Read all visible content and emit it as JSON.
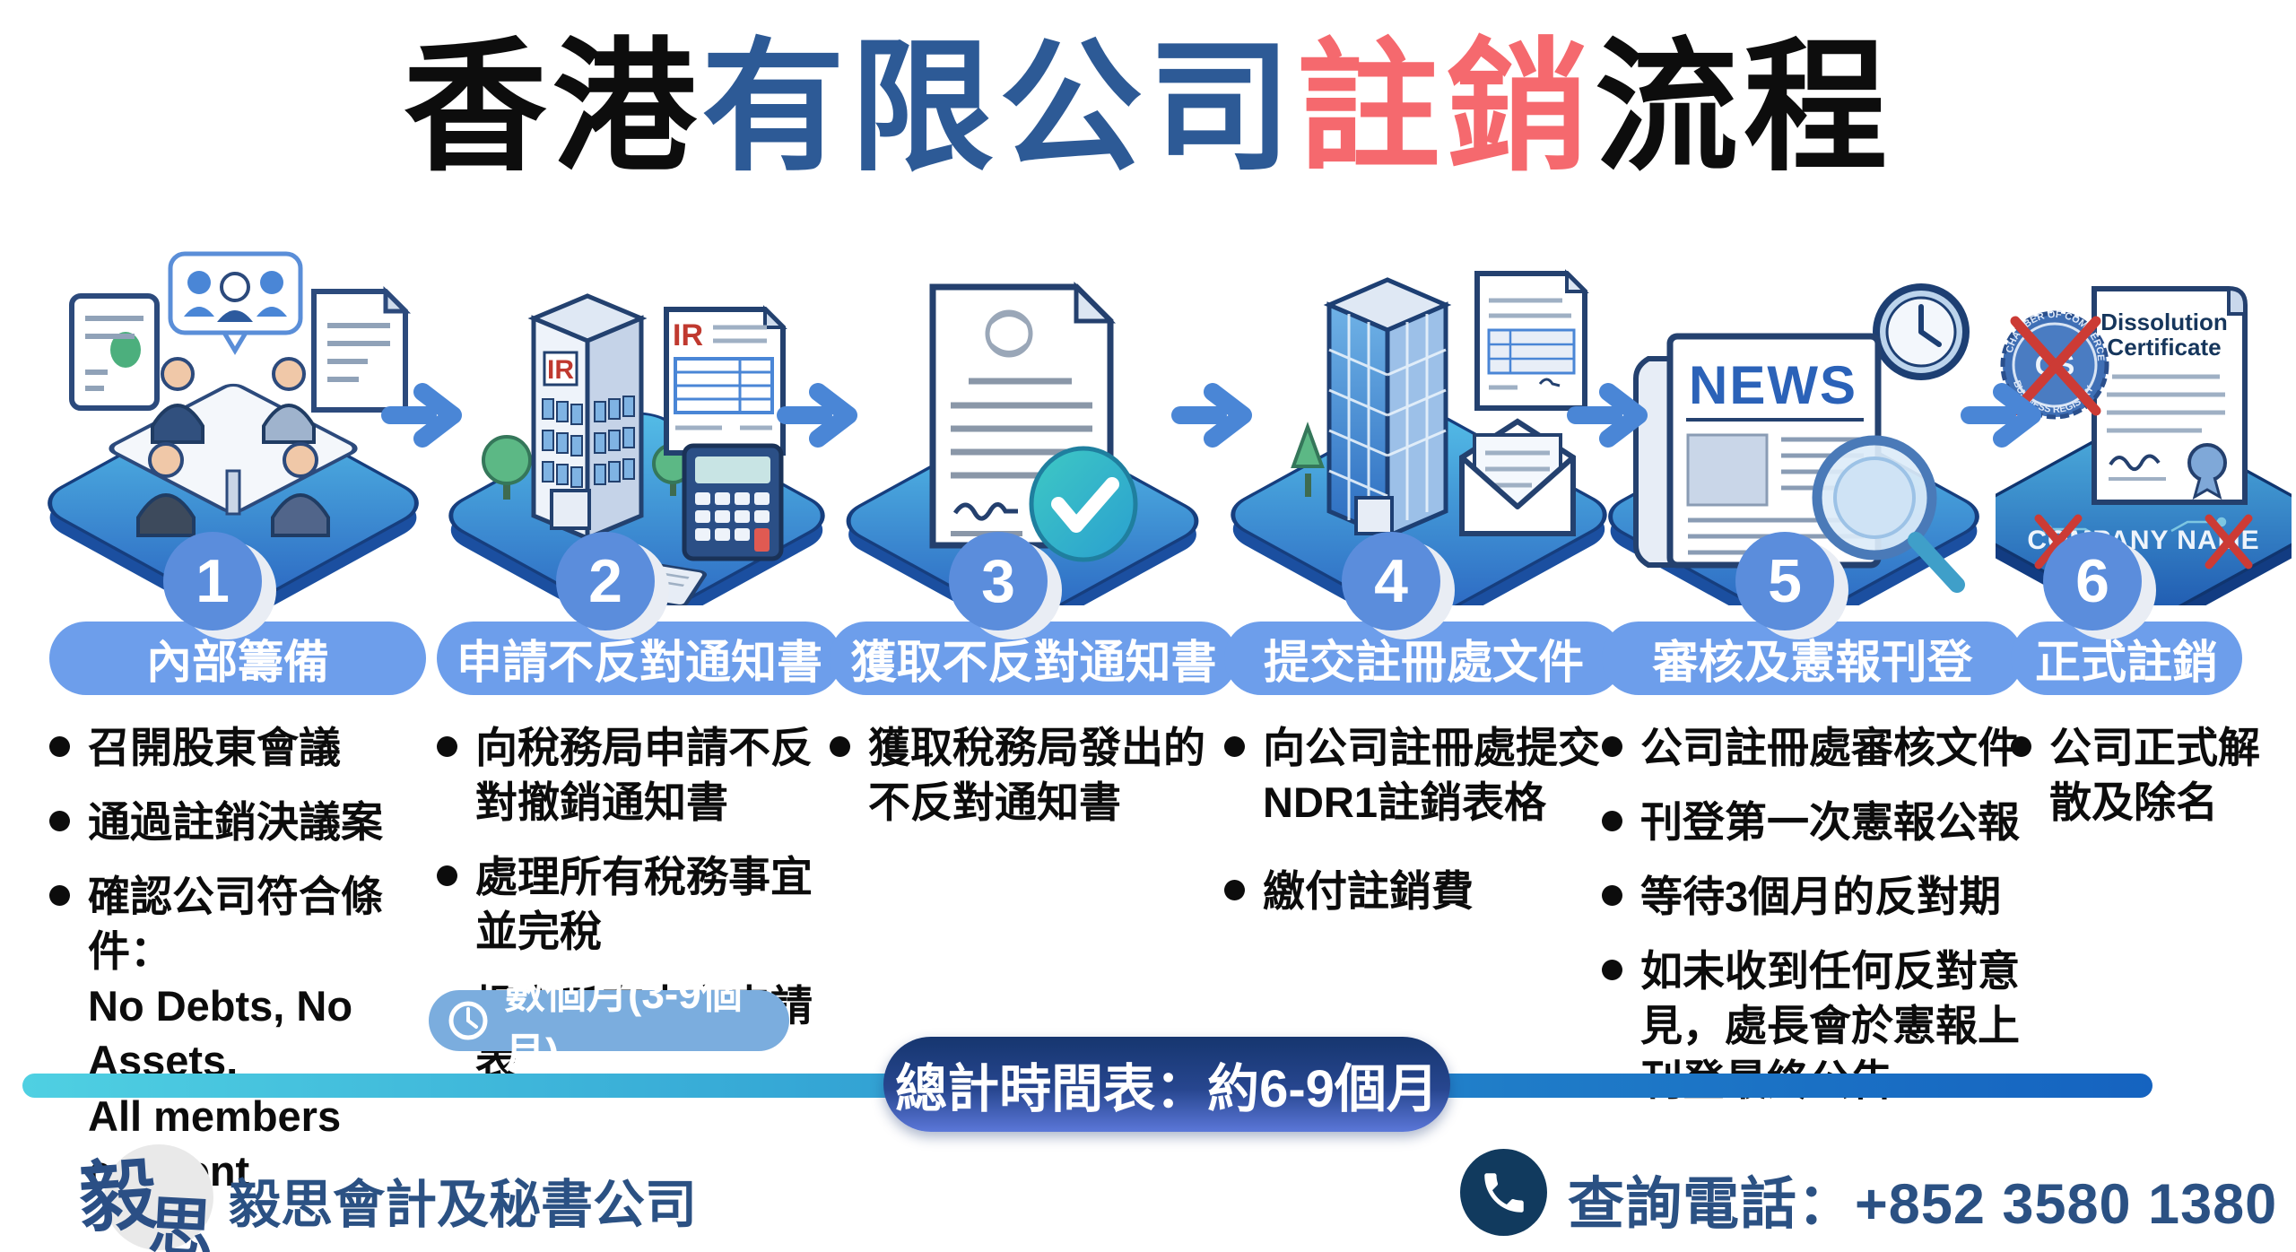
{
  "title": {
    "part1": "香港",
    "part2": "有限公司",
    "part3": "註銷",
    "part4": "流程"
  },
  "steps": [
    {
      "number": "1",
      "header": "內部籌備",
      "bullets": [
        "召開股東會議",
        "通過註銷決議案",
        "確認公司符合條件：\nNo Debts, No Assets,\nAll members consent"
      ]
    },
    {
      "number": "2",
      "header": "申請不反對通知書",
      "bullets": [
        "向稅務局申請不反對撤銷通知書",
        "處理所有稅務事宜並完稅",
        "提交所有未交申請表"
      ],
      "badge": "數個月(3-9個月)"
    },
    {
      "number": "3",
      "header": "獲取不反對通知書",
      "bullets": [
        "獲取稅務局發出的不反對通知書"
      ]
    },
    {
      "number": "4",
      "header": "提交註冊處文件",
      "bullets": [
        "向公司註冊處提交NDR1註銷表格",
        "繳付註銷費"
      ]
    },
    {
      "number": "5",
      "header": "審核及憲報刊登",
      "bullets": [
        "公司註冊處審核文件",
        "刊登第一次憲報公報",
        "等待3個月的反對期",
        "如未收到任何反對意見，處長會於憲報上刊登最終公告"
      ]
    },
    {
      "number": "6",
      "header": "正式註銷",
      "bullets": [
        "公司正式解散及除名"
      ]
    }
  ],
  "timeline": {
    "label": "總計時間表：約6-9個月"
  },
  "footer": {
    "logo_char1": "毅",
    "logo_char2": "思",
    "company": "毅思會計及秘書公司",
    "phone_label": "查詢電話：+852 3580 1380"
  },
  "illus": {
    "ir_building": "IR",
    "ir_form": "IR",
    "news": "NEWS",
    "cert_line1": "Dissolution",
    "cert_line2": "Certificate",
    "seal_center": "CS",
    "seal_top": "CHAMBER OF COMMERCE",
    "seal_bottom": "BUSINESS REGISTRY",
    "company_name": "COMPANY NAME"
  },
  "colors": {
    "title_blue": "#2d5a96",
    "title_red": "#f5696e",
    "pill_blue": "#6d9eeb",
    "circle_blue": "#5b8ddc",
    "badge_blue": "#7badde",
    "bar_teal": "#4fd0e2",
    "bar_blue": "#1563c0",
    "footer_blue": "#2b5183",
    "platform_blue": "#2a63c0",
    "arrow_blue": "#4a86d6"
  }
}
